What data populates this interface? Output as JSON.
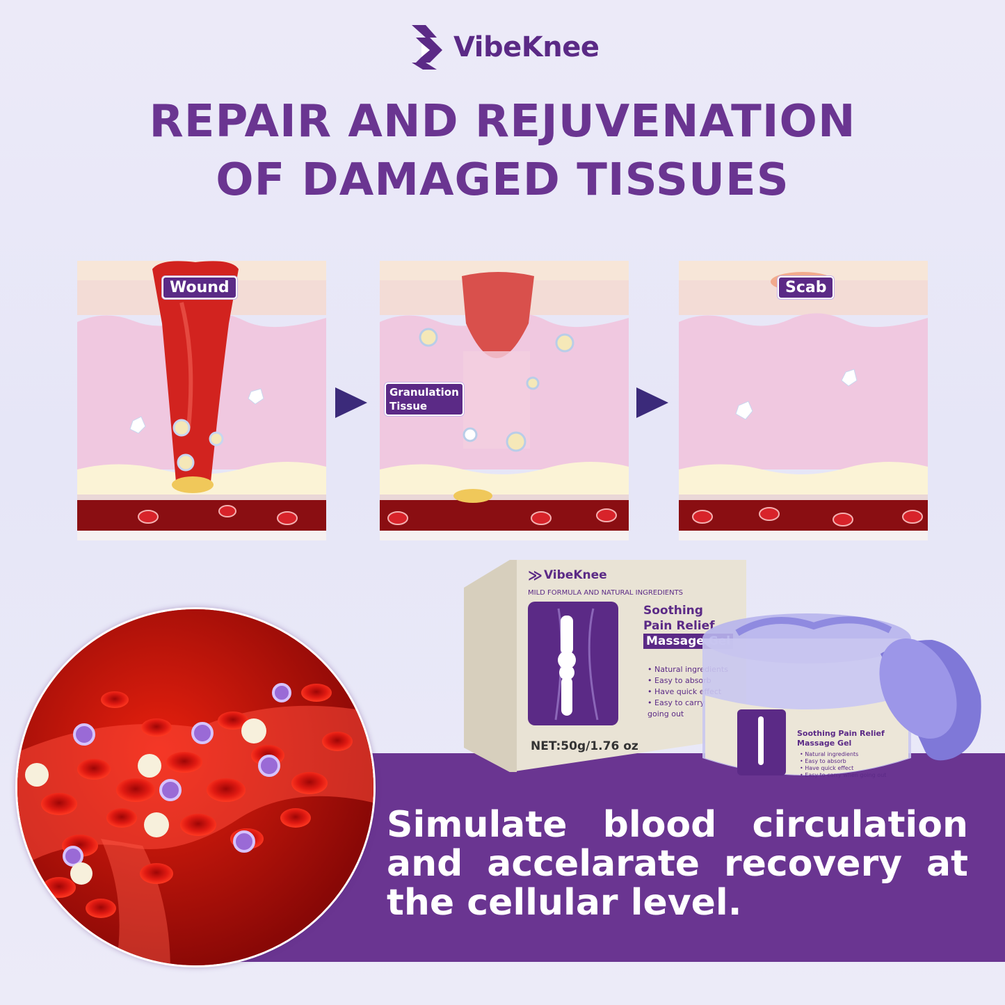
{
  "brand": {
    "name": "VibeKnee"
  },
  "headline": {
    "line1": "REPAIR AND REJUVENATION",
    "line2": "OF DAMAGED TISSUES"
  },
  "stages": [
    {
      "tag": "Wound"
    },
    {
      "tag_line1": "Granulation",
      "tag_line2": "Tissue"
    },
    {
      "tag": "Scab"
    }
  ],
  "product": {
    "box_brand": "VibeKnee",
    "box_arc_text": "MILD FORMULA AND NATURAL INGREDIENTS",
    "title_line1": "Soothing",
    "title_line2": "Pain Relief",
    "title_line3": "Massage Gel",
    "features": [
      "Natural ingredients",
      "Easy to absorb",
      "Have quick effect",
      "Easy to carry when going out"
    ],
    "net_weight": "NET:50g/1.76 oz",
    "jar_title_line1": "Soothing Pain Relief",
    "jar_title_line2": "Massage Gel"
  },
  "tagline": "Simulate blood circulation and accelarate recovery at the cellular level.",
  "colors": {
    "brand_purple": "#6a3591",
    "deep_purple": "#5b2a86",
    "arrow": "#3b2a7a",
    "blood_red": "#c8160f"
  }
}
